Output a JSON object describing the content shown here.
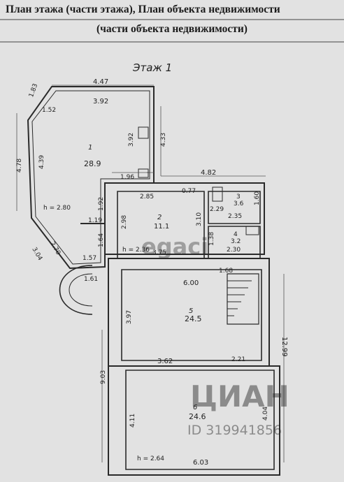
{
  "header": {
    "line1": "План этажа (части этажа), План объекта недвижимости",
    "line2": "(части объекта недвижимости)"
  },
  "plan": {
    "floor_label": "Этаж 1",
    "rooms": [
      {
        "number": "1",
        "area": "28.9"
      },
      {
        "number": "2",
        "area": "11.1"
      },
      {
        "number": "3",
        "area": "3.6"
      },
      {
        "number": "4",
        "area": "3.2"
      },
      {
        "number": "5",
        "area": "24.5"
      },
      {
        "number": "6",
        "area": "24.6"
      }
    ],
    "dimensions": {
      "d447": "4.47",
      "d392": "3.92",
      "d183": "1.83",
      "d152": "1.52",
      "d478": "4.78",
      "d439": "4.39",
      "d392v": "3.92",
      "d433": "4.33",
      "d196": "1.96",
      "d482": "4.82",
      "d285": "2.85",
      "d077": "0.77",
      "d192": "1.92",
      "d119": "1.19",
      "d298": "2.98",
      "d310": "3.10",
      "d229": "2.29",
      "d235": "2.35",
      "d160": "1.60",
      "d138": "1.38",
      "d230": "2.30",
      "d164": "1.64",
      "d375": "3.75",
      "d270": "2.70",
      "d304": "3.04",
      "d157": "1.57",
      "d161": "1.61",
      "d168": "1.68",
      "d600": "6.00",
      "d397": "3.97",
      "d1299": "12.99",
      "d362": "3.62",
      "d221": "2.21",
      "d903": "9.03",
      "d411": "4.11",
      "d404": "4.04",
      "d603": "6.03"
    },
    "heights": {
      "h1": "h = 2.80",
      "h2": "h = 2.36",
      "h6": "h = 2.64"
    },
    "watermark": {
      "brand": "ЦИАН",
      "id": "ID 319941856",
      "corner": "egaci"
    }
  }
}
